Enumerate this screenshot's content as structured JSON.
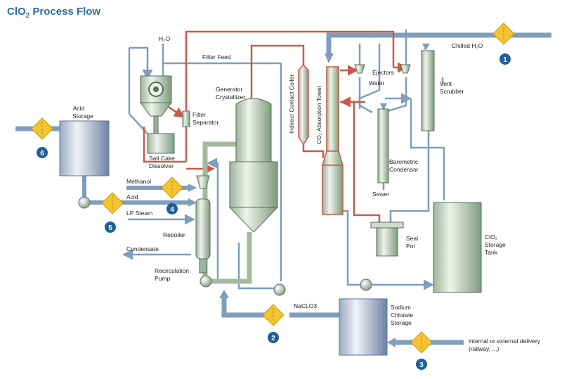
{
  "title": {
    "main": "ClO",
    "sub": "2",
    "rest": " Process Flow"
  },
  "labels": {
    "h2o_top": "H₂O",
    "filter_feed": "Filter Feed",
    "generator_1": "Generator",
    "generator_2": "Crystallizer",
    "indirect_coil": "Indirect Contact Coiler",
    "absorption_tower": "CO₂ Absorption Tower",
    "ejectors": "Ejectors",
    "water": "Water",
    "chilled_h2o": "Chilled H₂O",
    "vent_1": "Vent",
    "vent_2": "Scrubber",
    "acid_storage_1": "Acid",
    "acid_storage_2": "Storage",
    "filter_sep_1": "Filter",
    "filter_sep_2": "Separator",
    "salt_cake_1": "Salt Cake",
    "salt_cake_2": "Dissolver",
    "barometric_1": "Barometric",
    "barometric_2": "Condensor",
    "sewer": "Sewer",
    "methanol": "Methanol",
    "acid": "Acid",
    "lp_steam": "LP Steam",
    "reboiler": "Reboiler",
    "condensate": "Condensate",
    "recirc_1": "Recirculation",
    "recirc_2": "Pump",
    "seal_pot_1": "Seal",
    "seal_pot_2": "Pot",
    "clo2_tank_1": "ClO₂",
    "clo2_tank_2": "Storage",
    "clo2_tank_3": "Tank",
    "naclo3": "NaCLO3",
    "sodium_1": "Sodium",
    "sodium_2": "Chlorate",
    "sodium_3": "Storage",
    "delivery_1": "internal or external delivery",
    "delivery_2": "(railway, ...)"
  },
  "markers": [
    "1",
    "2",
    "3",
    "4",
    "5",
    "6"
  ],
  "colors": {
    "title": "#2b6fa6",
    "pipe_blue": "#7f9dbd",
    "pipe_red": "#c85a48",
    "pipe_green": "#a6b9a0",
    "valve": "#f4c430",
    "marker": "#1f5f96",
    "vessel": "#d9e4d6"
  }
}
